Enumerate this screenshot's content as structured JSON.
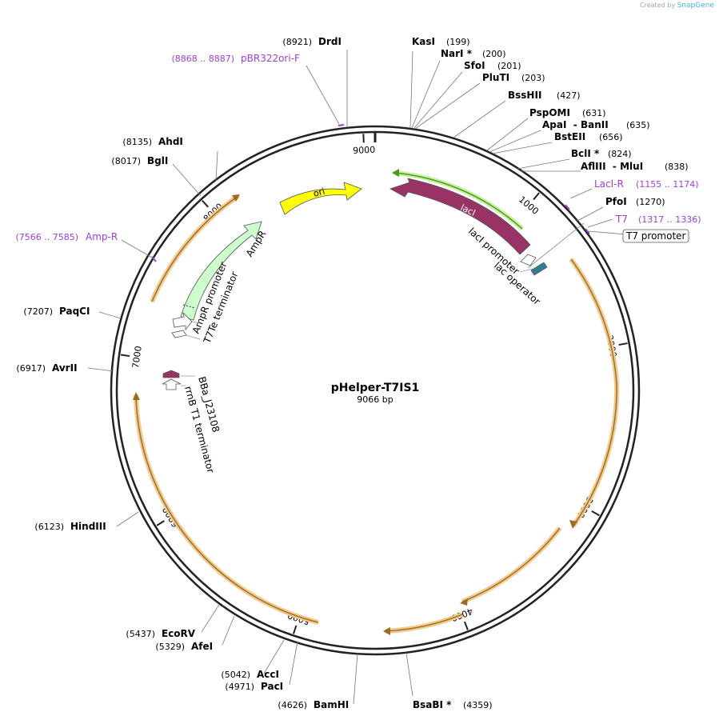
{
  "watermark": {
    "created_by": "Created by",
    "app": "SnapGene"
  },
  "plasmid": {
    "name": "pHelper-T7IS1",
    "length_label": "9066 bp",
    "length": 9066
  },
  "ticks": [
    {
      "pos": 1000,
      "label": "1000"
    },
    {
      "pos": 2000,
      "label": "2000"
    },
    {
      "pos": 3000,
      "label": "3000"
    },
    {
      "pos": 4000,
      "label": "4000"
    },
    {
      "pos": 5000,
      "label": "5000"
    },
    {
      "pos": 6000,
      "label": "6000"
    },
    {
      "pos": 7000,
      "label": "7000"
    },
    {
      "pos": 8000,
      "label": "8000"
    },
    {
      "pos": 9000,
      "label": "9000"
    }
  ],
  "sites": [
    {
      "name": "DrdI",
      "pos": "(8921)",
      "bp": 8921
    },
    {
      "name": "KasI",
      "pos": "(199)",
      "bp": 199
    },
    {
      "name": "NarI *",
      "pos": "(200)",
      "bp": 200
    },
    {
      "name": "SfoI",
      "pos": "(201)",
      "bp": 201
    },
    {
      "name": "PluTI",
      "pos": "(203)",
      "bp": 203
    },
    {
      "name": "BssHII",
      "pos": "(427)",
      "bp": 427
    },
    {
      "name": "PspOMI",
      "pos": "(631)",
      "bp": 631
    },
    {
      "name": "ApaI  - BanII",
      "pos": "(635)",
      "bp": 635
    },
    {
      "name": "BstEII",
      "pos": "(656)",
      "bp": 656
    },
    {
      "name": "BclI *",
      "pos": "(824)",
      "bp": 824
    },
    {
      "name": "AflIII  - MluI",
      "pos": "(838)",
      "bp": 838
    },
    {
      "name": "PfoI",
      "pos": "(1270)",
      "bp": 1270
    },
    {
      "name": "BsaBI *",
      "pos": "(4359)",
      "bp": 4359
    },
    {
      "name": "BamHI",
      "pos": "(4626)",
      "bp": 4626
    },
    {
      "name": "PacI",
      "pos": "(4971)",
      "bp": 4971
    },
    {
      "name": "AccI",
      "pos": "(5042)",
      "bp": 5042
    },
    {
      "name": "AfeI",
      "pos": "(5329)",
      "bp": 5329
    },
    {
      "name": "EcoRV",
      "pos": "(5437)",
      "bp": 5437
    },
    {
      "name": "HindIII",
      "pos": "(6123)",
      "bp": 6123
    },
    {
      "name": "AvrII",
      "pos": "(6917)",
      "bp": 6917
    },
    {
      "name": "PaqCI",
      "pos": "(7207)",
      "bp": 7207
    },
    {
      "name": "BglI",
      "pos": "(8017)",
      "bp": 8017
    },
    {
      "name": "AhdI",
      "pos": "(8135)",
      "bp": 8135
    }
  ],
  "primers": [
    {
      "name": "pBR322ori-F",
      "pos": "(8868 .. 8887)"
    },
    {
      "name": "LacI-R",
      "pos": "(1155 .. 1174)"
    },
    {
      "name": "T7",
      "pos": "(1317 .. 1336)"
    },
    {
      "name": "Amp-R",
      "pos": "(7566 .. 7585)"
    }
  ],
  "features": {
    "ori": "ori",
    "lacI": "lacI",
    "lacI_promoter": "lacI promoter",
    "lac_operator": "lac operator",
    "AmpR": "AmpR",
    "AmpR_promoter": "AmpR promoter",
    "T7Te_terminator": "T7Te terminator",
    "BBa_J23108": "BBa_J23108",
    "rrnB_T1_terminator": "rrnB T1 terminator",
    "T7_promoter": "T7 promoter"
  },
  "colors": {
    "ori": "#ffff00",
    "lacI": "#993366",
    "AmpR": "#ccffcc",
    "orf": "#f2c98a",
    "orf_line": "#9c6b22",
    "primer": "#a23cd7",
    "lacI_arc": "#4d9a1a"
  }
}
